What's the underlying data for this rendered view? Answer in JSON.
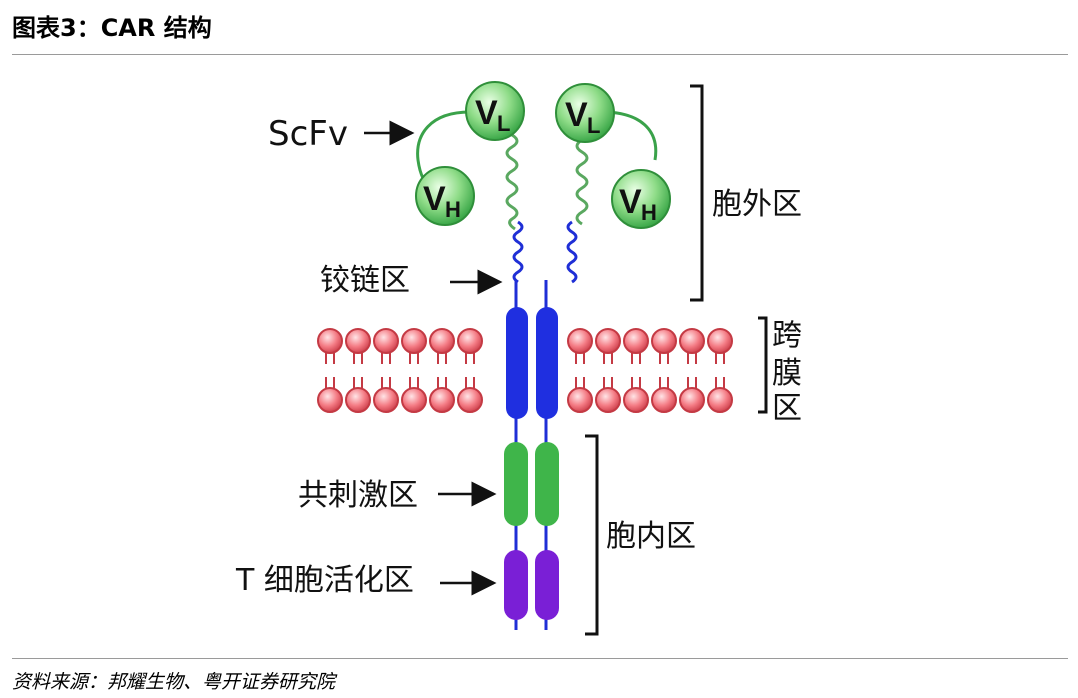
{
  "title": "图表3：CAR 结构",
  "source": "资料来源：邦耀生物、粤开证券研究院",
  "labels": {
    "scfv": "ScFv",
    "hinge": "铰链区",
    "costim": "共刺激区",
    "tcell": "T 细胞活化区",
    "extracellular": "胞外区",
    "transmembrane": [
      "跨",
      "膜",
      "区"
    ],
    "intracellular": "胞内区"
  },
  "domains": {
    "light": {
      "main": "V",
      "sub": "L"
    },
    "heavy": {
      "main": "V",
      "sub": "H"
    }
  },
  "colors": {
    "domain_fill": "#7fd67a",
    "domain_stroke": "#2f8f3a",
    "transmembrane": "#1f2fe0",
    "costim": "#3fb54a",
    "activation": "#7a1fd6",
    "lipid_head": "#f2707a",
    "lipid_tail": "#c43a44"
  }
}
